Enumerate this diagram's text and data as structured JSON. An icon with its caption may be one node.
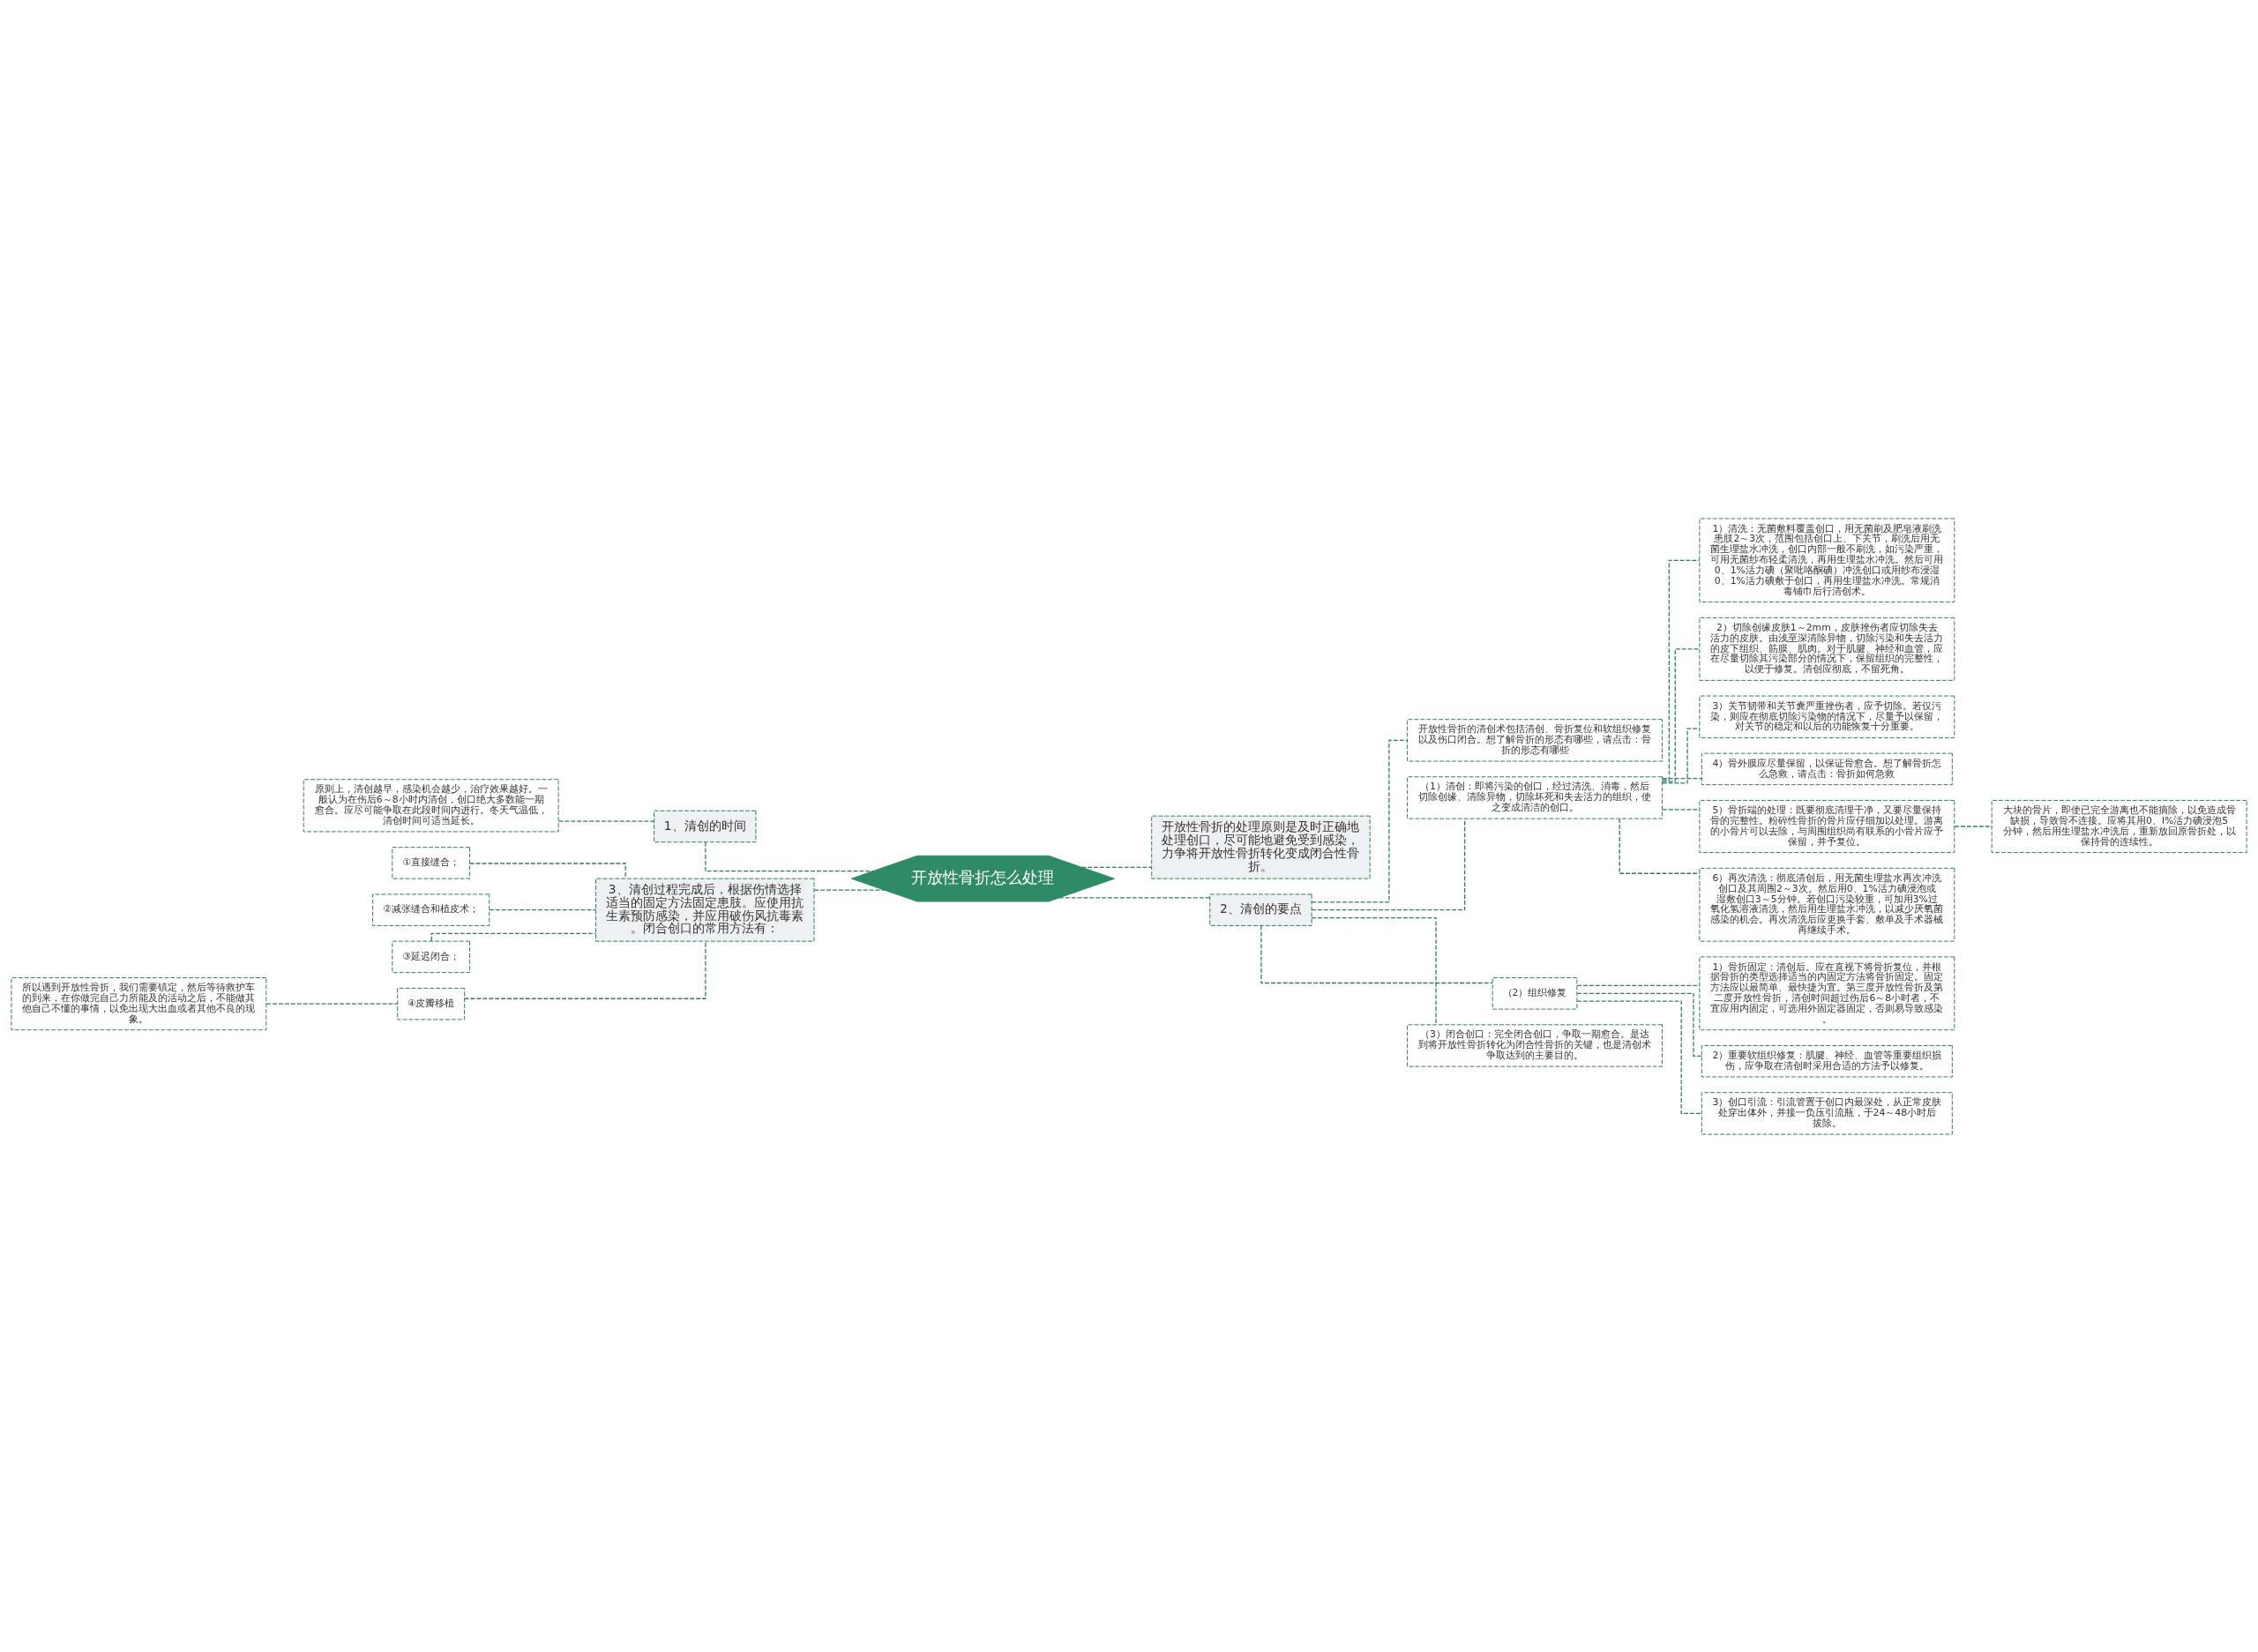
{
  "diagram": {
    "nodes": [
      {
        "text": [
          "开放性骨折怎么处理"
        ]
      },
      {
        "text": [
          "1、清创的时间"
        ]
      },
      {
        "text": [
          "原则上，清创越早，感染机会越少，治疗效果越好。一般认为在伤后6～8小时内清创，创口绝大多数能一期愈合。应尽可能争取在此段时间内进行。冬天气温低，清创时间可适当延长。"
        ]
      },
      {
        "text": [
          "3、清创过程完成后，根据伤情选择适当的固定方法固定患肢。应使用抗生素预防感染，并应用破伤风抗毒素。闭合创口的常用方法有："
        ]
      },
      {
        "text": [
          "①直接缝合；"
        ]
      },
      {
        "text": [
          "②减张缝合和植皮术；"
        ]
      },
      {
        "text": [
          "③延迟闭合；"
        ]
      },
      {
        "text": [
          "④皮瓣移植"
        ]
      },
      {
        "text": [
          "所以遇到开放性骨折，我们需要镇定，然后等待救护车的到来，在你做完自己力所能及的活动之后，不能做其他自己不懂的事情，以免出现大出血或者其他不良的现象。"
        ]
      },
      {
        "text": [
          "开放性骨折的处理原则是及时正确地处理创口，尽可能地避免受到感染，力争将开放性骨折转化变成闭合性骨折。"
        ]
      },
      {
        "text": [
          "2、清创的要点"
        ]
      },
      {
        "text": [
          "开放性骨折的清创术包括清创、骨折复位和软组织修复以及伤口闭合。想了解骨折的形态有哪些，请点击：骨折的形态有哪些"
        ]
      },
      {
        "text": [
          "（1）清创：即将污染的创口，经过清洗、消毒，然后切除创缘、清除异物，切除坏死和失去活力的组织，使之变成清洁的创口。"
        ]
      },
      {
        "text": [
          "1）清洗：无菌敷料覆盖创口，用无菌刷及肥皂液刷洗患肢2～3次，范围包括创口上、下关节，刷洗后用无菌生理盐水冲洗，创口内部一般不刷洗，如污染严重，可用无菌纱布轻柔清洗，再用生理盐水冲洗。然后可用0、1%活力碘（聚吡咯酮碘）冲洗创口或用纱布浸湿0、1%活力碘敷于创口，再用生理盐水冲洗。常规消毒铺巾后行清创术。"
        ]
      },
      {
        "text": [
          "2）切除创缘皮肤1～2mm，皮肤挫伤者应切除失去活力的皮肤。由浅至深清除异物，切除污染和失去活力的皮下组织、筋膜、肌肉。对于肌腱、神经和血管，应在尽量切除其污染部分的情况下，保留组织的完整性，以便于修复。清创应彻底，不留死角。"
        ]
      },
      {
        "text": [
          "3）关节韧带和关节囊严重挫伤者，应予切除。若仅污染，则应在彻底切除污染物的情况下，尽量予以保留，对关节的稳定和以后的功能恢复十分重要。"
        ]
      },
      {
        "text": [
          "4）骨外膜应尽量保留，以保证骨愈合。想了解骨折怎么急救，请点击：骨折如何急救"
        ]
      },
      {
        "text": [
          "5）骨折端的处理：既要彻底清理干净，又要尽量保持骨的完整性。粉碎性骨折的骨片应仔细加以处理。游离的小骨片可以去除，与周围组织尚有联系的小骨片应予保留，并予复位。"
        ]
      },
      {
        "text": [
          "大块的骨片，即使已完全游离也不能摘除，以免造成骨缺损，导致骨不连接。应将其用0、l%活力碘浸泡5分钟，然后用生理盐水冲洗后，重新放回原骨折处，以保持骨的连续性。"
        ]
      },
      {
        "text": [
          "6）再次清洗：彻底清创后，用无菌生理盐水再次冲洗创口及其周围2～3次。然后用0、1%活力碘浸泡或湿敷创口3～5分钟。若创口污染较重，可加用3%过氧化氢溶液清洗，然后用生理盐水冲洗，以减少厌氧菌感染的机会。再次清洗后应更换手套、敷单及手术器械再继续手术。"
        ]
      },
      {
        "text": [
          "（2）组织修复"
        ]
      },
      {
        "text": [
          "1）骨折固定：清创后。应在直视下将骨折复位，并根据骨折的类型选择适当的内固定方法将骨折固定。固定方法应以最简单、最快捷为宜。第三度开放性骨折及第二度开放性骨折，清创时间超过伤后6～8小时者，不宜应用内固定，可选用外固定器固定，否则易导致感染。"
        ]
      },
      {
        "text": [
          "2）重要软组织修复：肌腱、神经、血管等重要组织损伤，应争取在清创时采用合适的方法予以修复。"
        ]
      },
      {
        "text": [
          "3）创口引流：引流管置于创口内最深处，从正常皮肤处穿出体外，并接一负压引流瓶，于24～48小时后拔除。"
        ]
      },
      {
        "text": [
          "（3）闭合创口：完全闭合创口，争取一期愈合。是达到将开放性骨折转化为闭合性骨折的关键，也是清创术争取达到的主要目的。"
        ]
      }
    ],
    "edges": [
      {
        "from": 0,
        "to": 1,
        "arrow": "none"
      },
      {
        "from": 1,
        "to": 2,
        "arrow": "none"
      },
      {
        "from": 0,
        "to": 3,
        "arrow": "none"
      },
      {
        "from": 3,
        "to": 4,
        "arrow": "none"
      },
      {
        "from": 3,
        "to": 5,
        "arrow": "none"
      },
      {
        "from": 3,
        "to": 6,
        "arrow": "none"
      },
      {
        "from": 3,
        "to": 7,
        "arrow": "none"
      },
      {
        "from": 7,
        "to": 8,
        "arrow": "none"
      },
      {
        "from": 0,
        "to": 9,
        "arrow": "none"
      },
      {
        "from": 0,
        "to": 10,
        "arrow": "none"
      },
      {
        "from": 10,
        "to": 11,
        "arrow": "none"
      },
      {
        "from": 10,
        "to": 12,
        "arrow": "none"
      },
      {
        "from": 12,
        "to": 13,
        "arrow": "none"
      },
      {
        "from": 12,
        "to": 14,
        "arrow": "none"
      },
      {
        "from": 12,
        "to": 15,
        "arrow": "none"
      },
      {
        "from": 12,
        "to": 16,
        "arrow": "none"
      },
      {
        "from": 12,
        "to": 17,
        "arrow": "none"
      },
      {
        "from": 17,
        "to": 18,
        "arrow": "none"
      },
      {
        "from": 12,
        "to": 19,
        "arrow": "none"
      },
      {
        "from": 10,
        "to": 20,
        "arrow": "none"
      },
      {
        "from": 20,
        "to": 21,
        "arrow": "none"
      },
      {
        "from": 20,
        "to": 22,
        "arrow": "none"
      },
      {
        "from": 20,
        "to": 23,
        "arrow": "none"
      },
      {
        "from": 10,
        "to": 24,
        "arrow": "none"
      }
    ]
  }
}
